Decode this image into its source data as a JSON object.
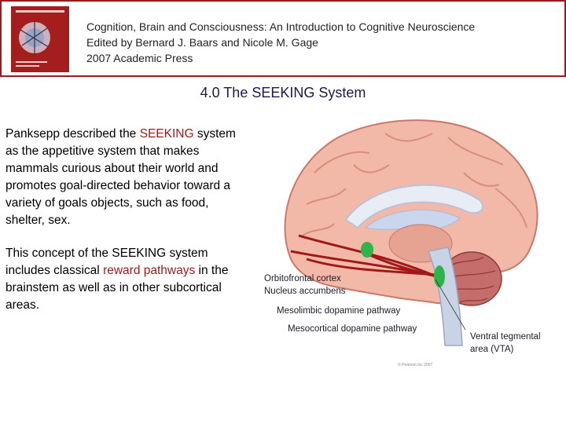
{
  "header": {
    "line1": "Cognition, Brain and Consciousness: An Introduction to Cognitive Neuroscience",
    "line2": "Edited by Bernard J. Baars and Nicole M. Gage",
    "line3": "2007 Academic Press"
  },
  "slide": {
    "title": "4.0 The SEEKING System",
    "para1": {
      "before": "Panksepp described the ",
      "highlight": "SEEKING",
      "after": " system as the appetitive system that makes mammals curious about their world and promotes goal-directed behavior toward a variety of goals objects, such as food, shelter, sex."
    },
    "para2": {
      "before": "This concept of the SEEKING system includes classical ",
      "highlight": "reward pathways",
      "after": " in the brainstem as well as in other subcortical areas."
    }
  },
  "figure": {
    "labels": {
      "orbitofrontal": "Orbitofrontal cortex",
      "accumbens": "Nucleus accumbens",
      "mesolimbic": "Mesolimbic dopamine pathway",
      "mesocortical": "Mesocortical dopamine pathway",
      "vta_line1": "Ventral tegmental",
      "vta_line2": "area (VTA)"
    },
    "copyright": "© Pearson Inc 2007"
  },
  "colors": {
    "accent": "#9b1b1b",
    "pathway": "#a01818",
    "nucleus_green": "#2fb44a"
  }
}
